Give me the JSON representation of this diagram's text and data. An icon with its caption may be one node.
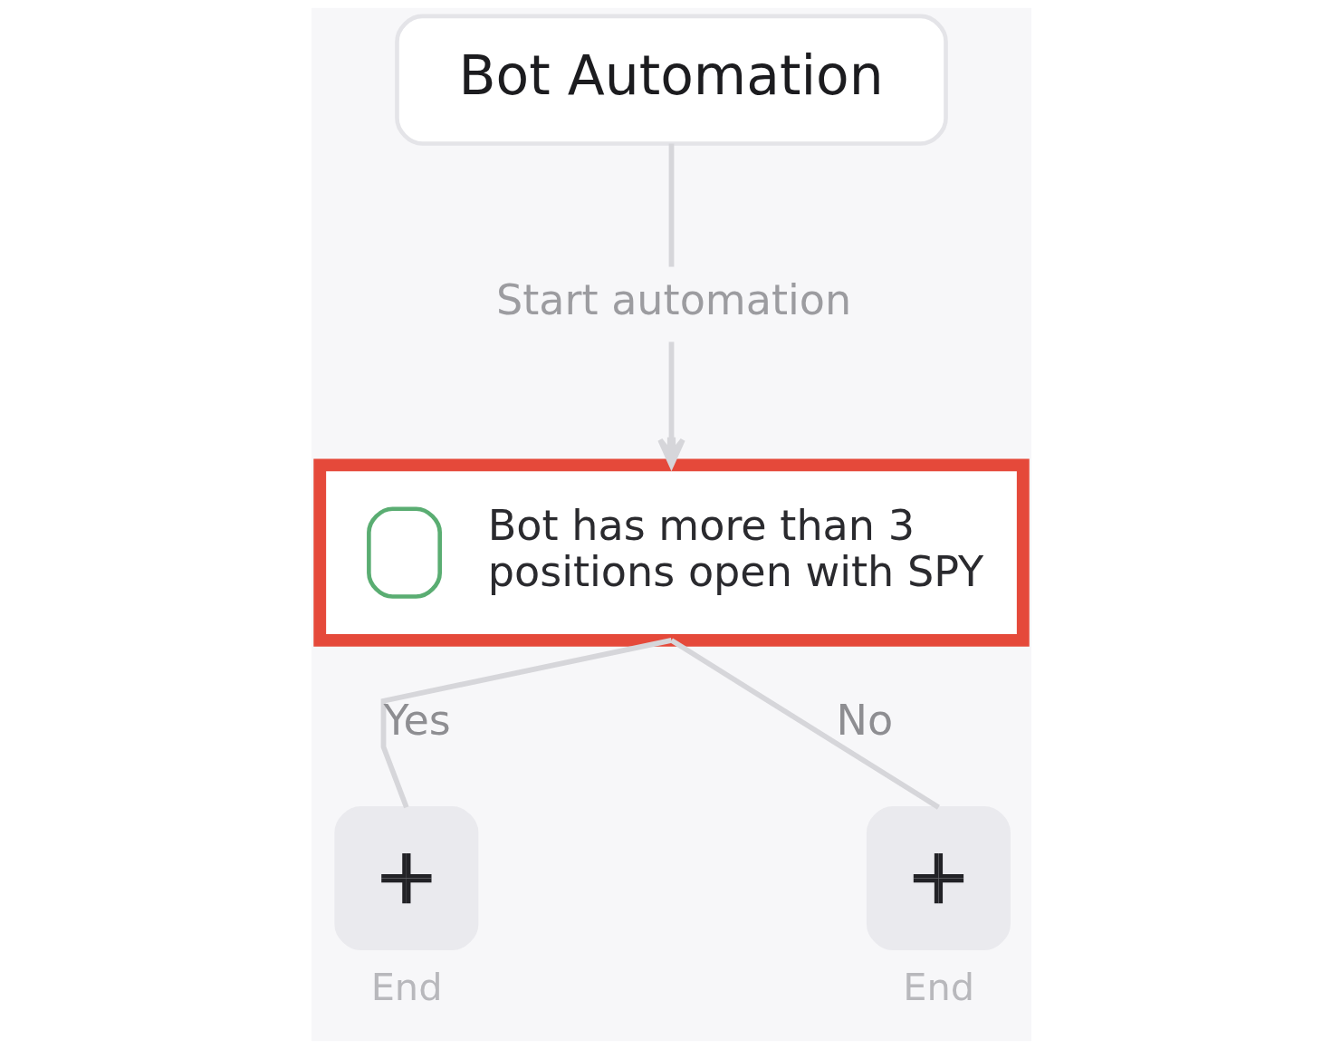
{
  "diagram": {
    "nodes": [
      {
        "text": [
          "Bot Automation"
        ]
      },
      {
        "text": [
          "Start automation"
        ]
      },
      {
        "text": [
          "Bot has more than 3 positions open with SPY"
        ]
      },
      {
        "text": [],
        "shape": "box",
        "beside": [
          "End"
        ]
      },
      {
        "text": [],
        "shape": "box",
        "beside": [
          "End"
        ]
      }
    ],
    "edges": [
      {
        "from": 0,
        "to": 1,
        "arrow": "none"
      },
      {
        "from": 1,
        "to": 2,
        "arrow": "to"
      },
      {
        "from": 2,
        "to": 3,
        "arrow": "none",
        "label": "Yes"
      },
      {
        "from": 2,
        "to": 4,
        "arrow": "none",
        "label": "No"
      }
    ]
  }
}
